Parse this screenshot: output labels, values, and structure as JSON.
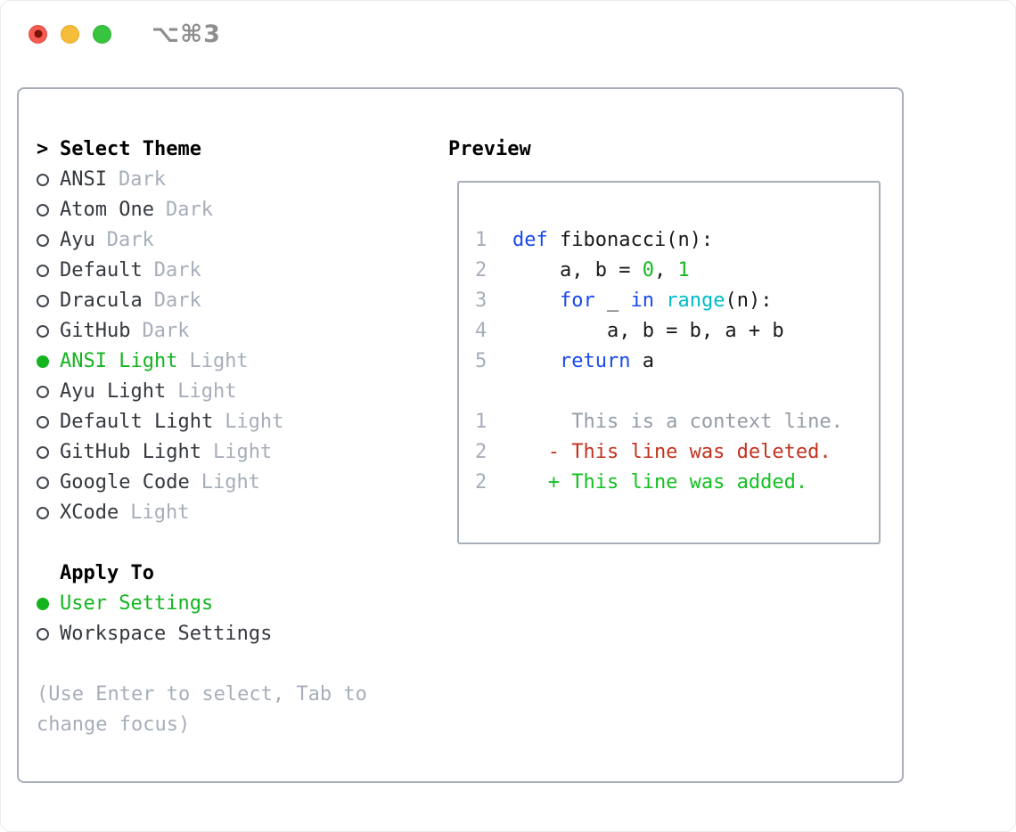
{
  "titlebar": {
    "title": "⌥⌘3",
    "buttons": [
      "close",
      "minimize",
      "zoom"
    ]
  },
  "theme_list": {
    "header": {
      "cursor": ">",
      "label": "Select Theme"
    },
    "items": [
      {
        "name": "ANSI",
        "variant": "Dark",
        "selected": false
      },
      {
        "name": "Atom One",
        "variant": "Dark",
        "selected": false
      },
      {
        "name": "Ayu",
        "variant": "Dark",
        "selected": false
      },
      {
        "name": "Default",
        "variant": "Dark",
        "selected": false
      },
      {
        "name": "Dracula",
        "variant": "Dark",
        "selected": false
      },
      {
        "name": "GitHub",
        "variant": "Dark",
        "selected": false
      },
      {
        "name": "ANSI Light",
        "variant": "Light",
        "selected": true
      },
      {
        "name": "Ayu Light",
        "variant": "Light",
        "selected": false
      },
      {
        "name": "Default Light",
        "variant": "Light",
        "selected": false
      },
      {
        "name": "GitHub Light",
        "variant": "Light",
        "selected": false
      },
      {
        "name": "Google Code",
        "variant": "Light",
        "selected": false
      },
      {
        "name": "XCode",
        "variant": "Light",
        "selected": false
      }
    ]
  },
  "apply_to": {
    "label": "Apply To",
    "options": [
      {
        "label": "User Settings",
        "selected": true
      },
      {
        "label": "Workspace Settings",
        "selected": false
      }
    ]
  },
  "help": {
    "line1": "(Use Enter to select, Tab to",
    "line2": "change focus)"
  },
  "preview": {
    "title": "Preview",
    "lines": [
      {
        "num": "1",
        "seg": [
          {
            "t": "def",
            "c": "kw"
          },
          {
            "t": " fibonacci(n):",
            "c": "tx"
          }
        ]
      },
      {
        "num": "2",
        "seg": [
          {
            "t": "    a, b = ",
            "c": "tx"
          },
          {
            "t": "0",
            "c": "num"
          },
          {
            "t": ", ",
            "c": "tx"
          },
          {
            "t": "1",
            "c": "num"
          }
        ]
      },
      {
        "num": "3",
        "seg": [
          {
            "t": "    ",
            "c": "tx"
          },
          {
            "t": "for",
            "c": "kw"
          },
          {
            "t": " _ ",
            "c": "tx"
          },
          {
            "t": "in",
            "c": "kw"
          },
          {
            "t": " ",
            "c": "tx"
          },
          {
            "t": "range",
            "c": "fn"
          },
          {
            "t": "(n):",
            "c": "tx"
          }
        ]
      },
      {
        "num": "4",
        "seg": [
          {
            "t": "        a, b = b, a + b",
            "c": "tx"
          }
        ]
      },
      {
        "num": "5",
        "seg": [
          {
            "t": "    ",
            "c": "tx"
          },
          {
            "t": "return",
            "c": "kw"
          },
          {
            "t": " a",
            "c": "tx"
          }
        ]
      },
      {
        "num": "",
        "seg": []
      },
      {
        "num": "1",
        "seg": [
          {
            "t": "     This is a context line.",
            "c": "ctx"
          }
        ]
      },
      {
        "num": "2",
        "seg": [
          {
            "t": "   - This line was deleted.",
            "c": "del"
          }
        ]
      },
      {
        "num": "2",
        "seg": [
          {
            "t": "   + This line was added.",
            "c": "add"
          }
        ]
      }
    ]
  },
  "colors": {
    "border": "#a8aeb9",
    "item": "#34383e",
    "muted": "#a7aeba",
    "sel": "#14b41f",
    "kw": "#1b49f0",
    "numgreen": "#13b81e",
    "fn": "#00bcc8",
    "ctx": "#959ca6",
    "delred": "#c2331f",
    "addgreen": "#13c021",
    "tl-red": "#f45c52",
    "tl-red-dot": "#7d120b",
    "tl-yellow": "#f5bd39",
    "tl-green": "#38c43e"
  }
}
